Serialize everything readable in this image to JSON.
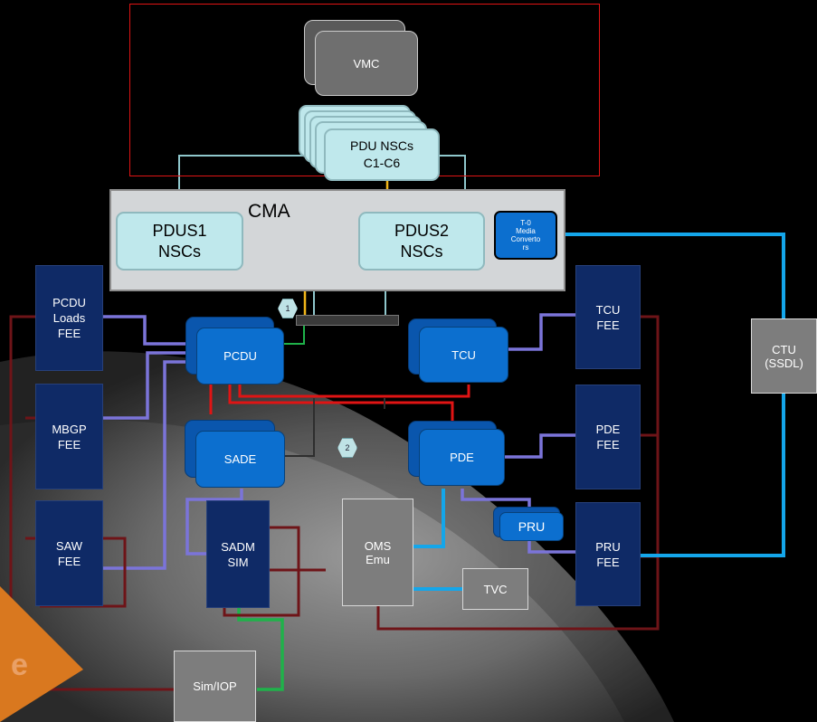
{
  "nodes": {
    "vmc": "VMC",
    "pdu_nscs": "PDU NSCs\nC1-C6",
    "cma": "CMA",
    "pdus1": "PDUS1\nNSCs",
    "pdus2": "PDUS2\nNSCs",
    "media_converters": "T-0\nMedia\nConverto\nrs",
    "pcdu_loads_fee": "PCDU\nLoads\nFEE",
    "mbgp_fee": "MBGP\nFEE",
    "saw_fee": "SAW\nFEE",
    "pcdu": "PCDU",
    "sade": "SADE",
    "sadm_sim": "SADM\nSIM",
    "sim_iop": "Sim/IOP",
    "tcu": "TCU",
    "pde": "PDE",
    "pru": "PRU",
    "oms_emu": "OMS\nEmu",
    "tvc": "TVC",
    "tcu_fee": "TCU\nFEE",
    "pde_fee": "PDE\nFEE",
    "pru_fee": "PRU\nFEE",
    "ctu_ssdl": "CTU\n(SSDL)"
  },
  "badges": {
    "one": "1",
    "two": "2"
  },
  "logo_letter": "e",
  "colors": {
    "background": "#000000",
    "frame_red": "#e01414",
    "line_cyan": "#8fc7cc",
    "line_yellow": "#f2b619",
    "line_green": "#1fb24a",
    "line_purple": "#7b74d9",
    "line_red": "#e01414",
    "line_darkred": "#6e1418",
    "line_blue": "#14a6ea",
    "navy_box": "#0f2a66",
    "blue_box": "#0c6fcf",
    "cyan_box": "#bfe8ec",
    "gray_box": "#7d7d7d",
    "logo_orange": "#d9781f"
  }
}
